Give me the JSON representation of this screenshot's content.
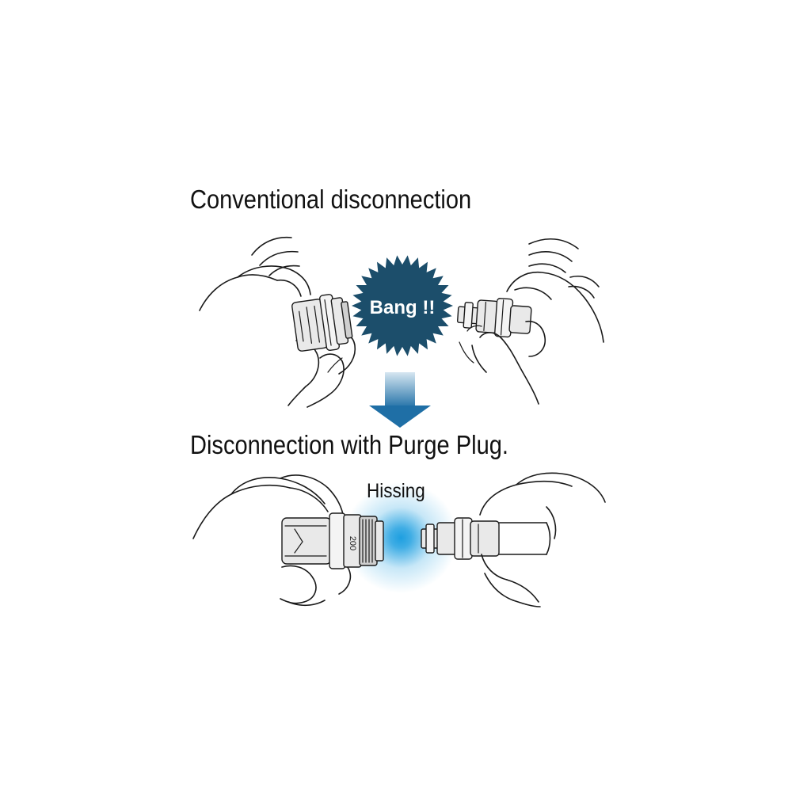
{
  "headings": {
    "conventional": "Conventional disconnection",
    "purge": "Disconnection with Purge Plug."
  },
  "burst": {
    "label": "Bang !!",
    "color": "#1c4e6b"
  },
  "hissing": {
    "label": "Hissing",
    "glow_color": "#1e9fe0"
  },
  "coupler_ring_marking": "200",
  "arrow": {
    "gradient_top": "#d6e6f1",
    "gradient_bottom": "#1f6fa6"
  }
}
